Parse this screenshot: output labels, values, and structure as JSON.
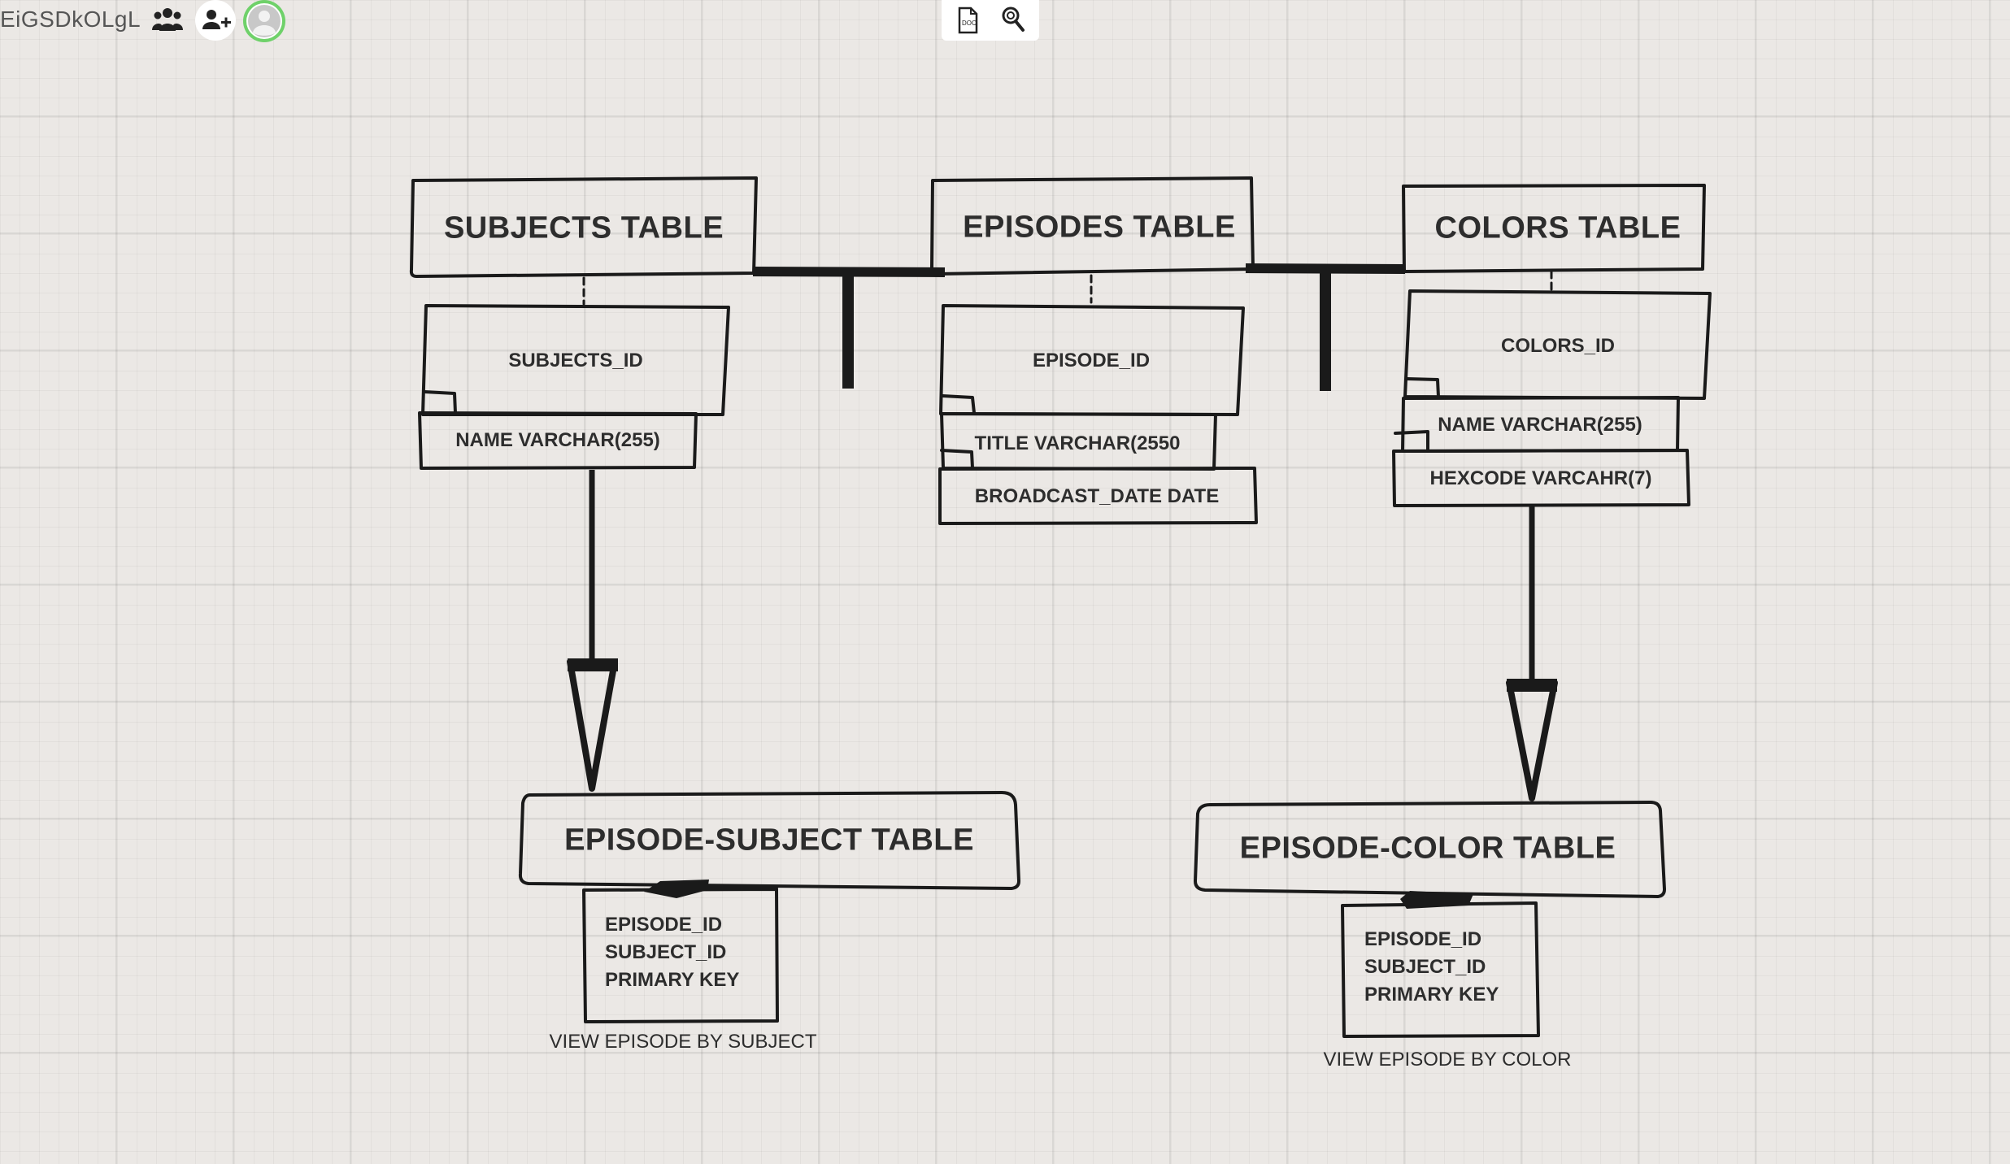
{
  "app": {
    "board_id": "EiGSDkOLgL",
    "icons": [
      "users-icon",
      "add-user-icon",
      "avatar-icon",
      "document-icon",
      "search-icon"
    ]
  },
  "diagram": {
    "tables": {
      "subjects": {
        "title": "SUBJECTS TABLE",
        "fields": [
          "SUBJECTS_ID",
          "NAME VARCHAR(255)"
        ]
      },
      "episodes": {
        "title": "EPISODES TABLE",
        "fields": [
          "EPISODE_ID",
          "TITLE VARCHAR(2550",
          "BROADCAST_DATE DATE"
        ]
      },
      "colors": {
        "title": "COLORS TABLE",
        "fields": [
          "COLORS_ID",
          "NAME VARCHAR(255)",
          "HEXCODE VARCAHR(7)"
        ]
      },
      "episode_subject": {
        "title": "EPISODE-SUBJECT TABLE",
        "fields": [
          "EPISODE_ID",
          "SUBJECT_ID",
          "PRIMARY KEY"
        ],
        "caption": "VIEW EPISODE BY SUBJECT"
      },
      "episode_color": {
        "title": "EPISODE-COLOR TABLE",
        "fields": [
          "EPISODE_ID",
          "SUBJECT_ID",
          "PRIMARY KEY"
        ],
        "caption": "VIEW EPISODE BY COLOR"
      }
    },
    "connectors": [
      {
        "from": "subjects",
        "to": "episodes",
        "kind": "tee"
      },
      {
        "from": "episodes",
        "to": "colors",
        "kind": "tee"
      },
      {
        "from": "subjects",
        "to": "episode_subject",
        "kind": "arrow"
      },
      {
        "from": "colors",
        "to": "episode_color",
        "kind": "arrow"
      }
    ],
    "colors": {
      "ink": "#1a1a1a",
      "canvas": "#ebe8e5",
      "avatar_ring": "#6fd16a"
    }
  }
}
